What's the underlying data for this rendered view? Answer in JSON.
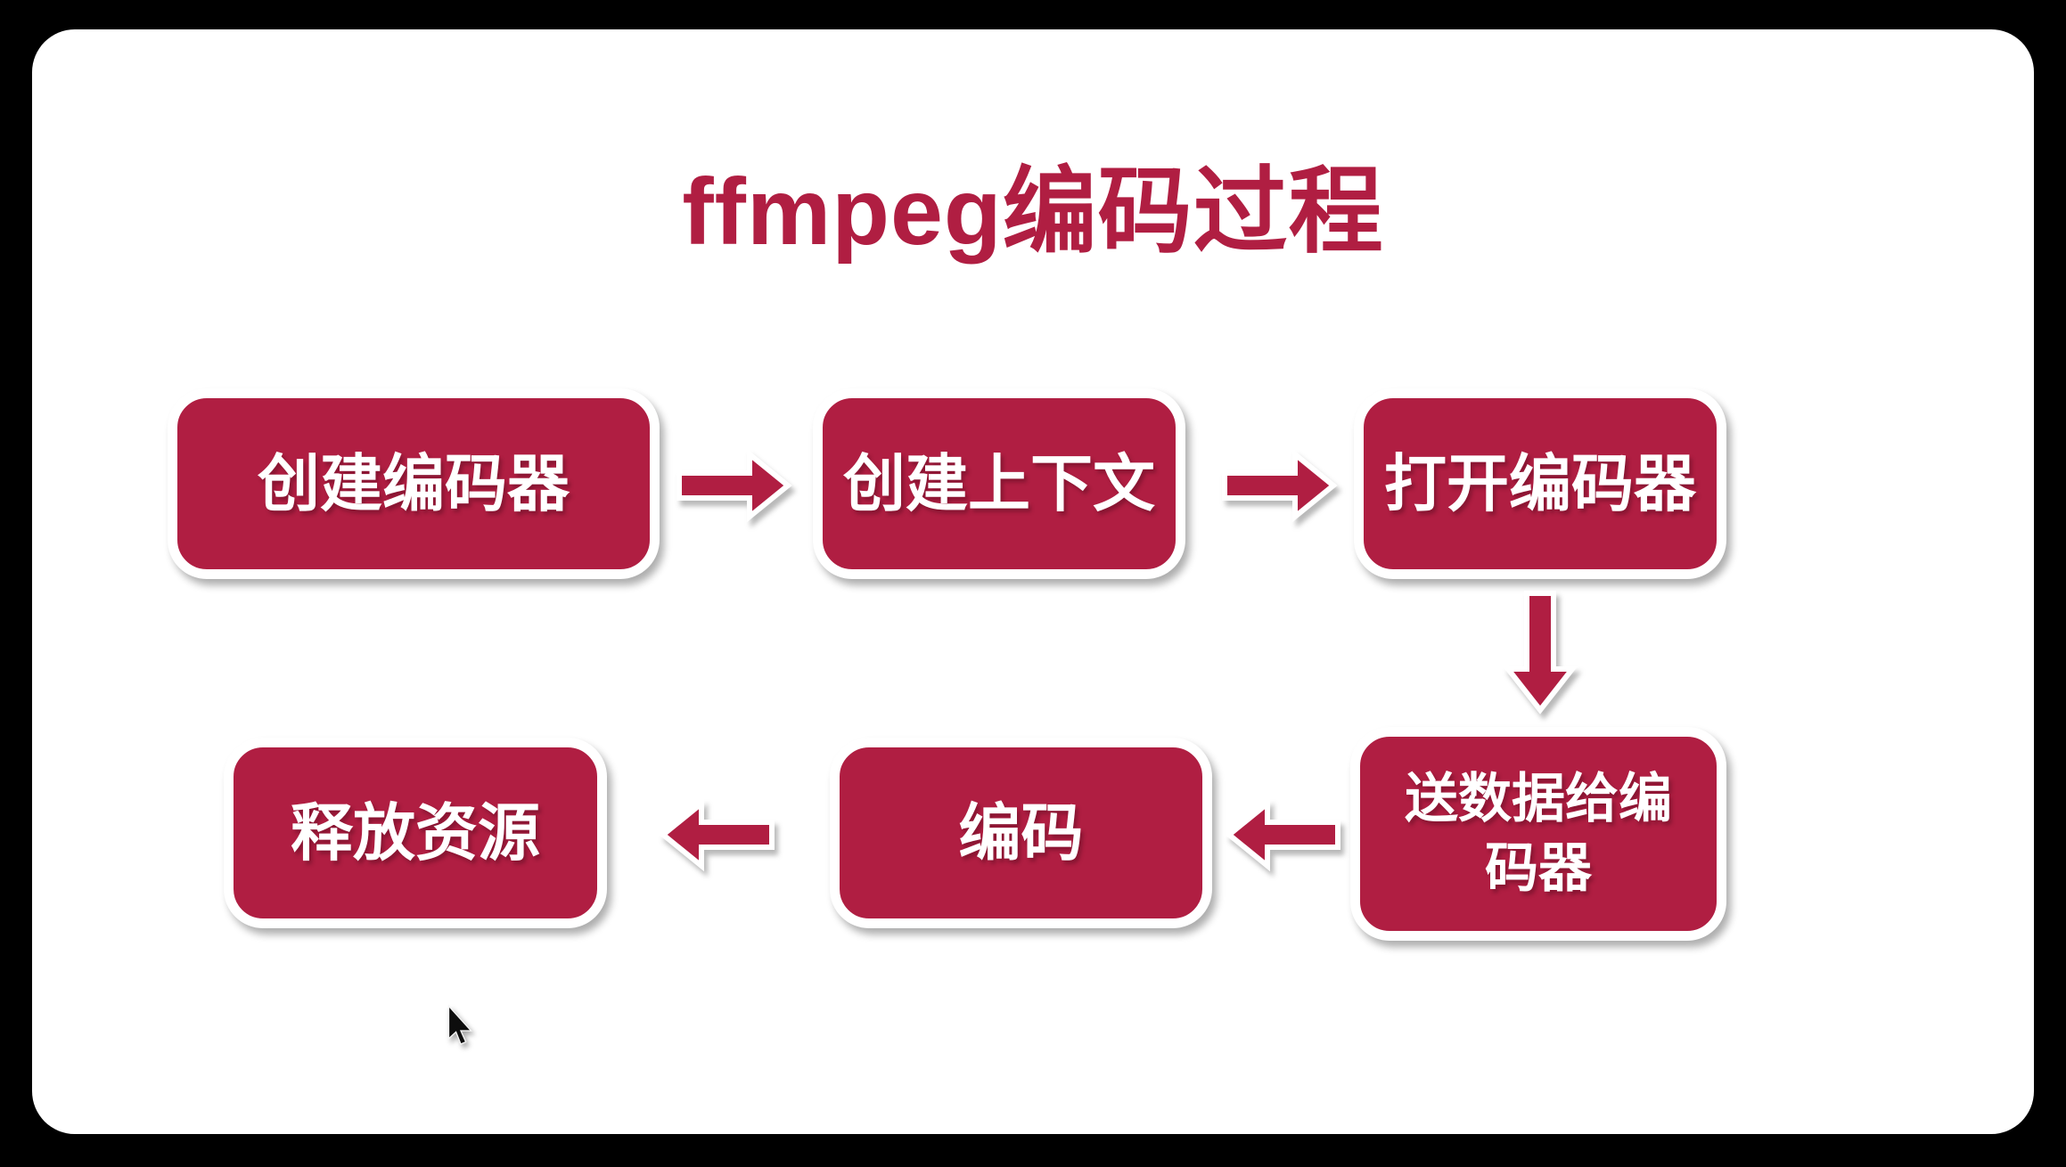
{
  "title": "ffmpeg编码过程",
  "colors": {
    "background": "#000000",
    "card": "#ffffff",
    "accent": "#b01e42",
    "node_text": "#ffffff"
  },
  "nodes": [
    {
      "id": "create-encoder",
      "label": "创建编码器"
    },
    {
      "id": "create-context",
      "label": "创建上下文"
    },
    {
      "id": "open-encoder",
      "label": "打开编码器"
    },
    {
      "id": "send-data-to-encoder",
      "label": "送数据给编码器"
    },
    {
      "id": "encode",
      "label": "编码"
    },
    {
      "id": "release-resources",
      "label": "释放资源"
    }
  ],
  "edges": [
    {
      "from": "创建编码器",
      "to": "创建上下文",
      "direction": "right"
    },
    {
      "from": "创建上下文",
      "to": "打开编码器",
      "direction": "right"
    },
    {
      "from": "打开编码器",
      "to": "送数据给编码器",
      "direction": "down"
    },
    {
      "from": "送数据给编码器",
      "to": "编码",
      "direction": "left"
    },
    {
      "from": "编码",
      "to": "释放资源",
      "direction": "left"
    }
  ],
  "icons": {
    "cursor": "mouse-pointer"
  }
}
